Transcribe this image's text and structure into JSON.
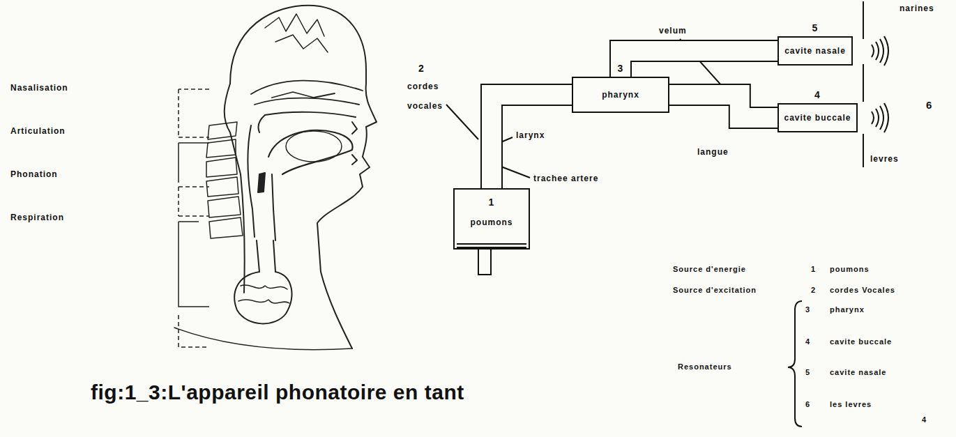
{
  "diagram": {
    "caption": "fig:1_3:L'appareil phonatoire en tant",
    "nodes": [
      {
        "text": [
          "1",
          "poumons"
        ]
      },
      {
        "text": [
          "3",
          "pharynx"
        ]
      },
      {
        "text": [
          "5",
          "cavite nasale"
        ]
      },
      {
        "text": [
          "4",
          "cavite buccale"
        ]
      }
    ],
    "edges": [
      {
        "from": 0,
        "to": 1,
        "arrow": "none"
      },
      {
        "from": 1,
        "to": 2,
        "arrow": "none"
      },
      {
        "from": 1,
        "to": 3,
        "arrow": "none"
      }
    ],
    "labels": [
      "Nasalisation",
      "Articulation",
      "Phonation",
      "Respiration",
      "2",
      "cordes vocales",
      "larynx",
      "trachee artere",
      "velum",
      "langue",
      "levres",
      "narines",
      "6",
      "Source d'energie",
      "1",
      "poumons",
      "Source d'excitation",
      "2",
      "cordes Vocales",
      "Resonateurs",
      "3",
      "pharynx",
      "4",
      "cavite buccale",
      "5",
      "cavite nasale",
      "6",
      "les levres",
      "4"
    ]
  }
}
